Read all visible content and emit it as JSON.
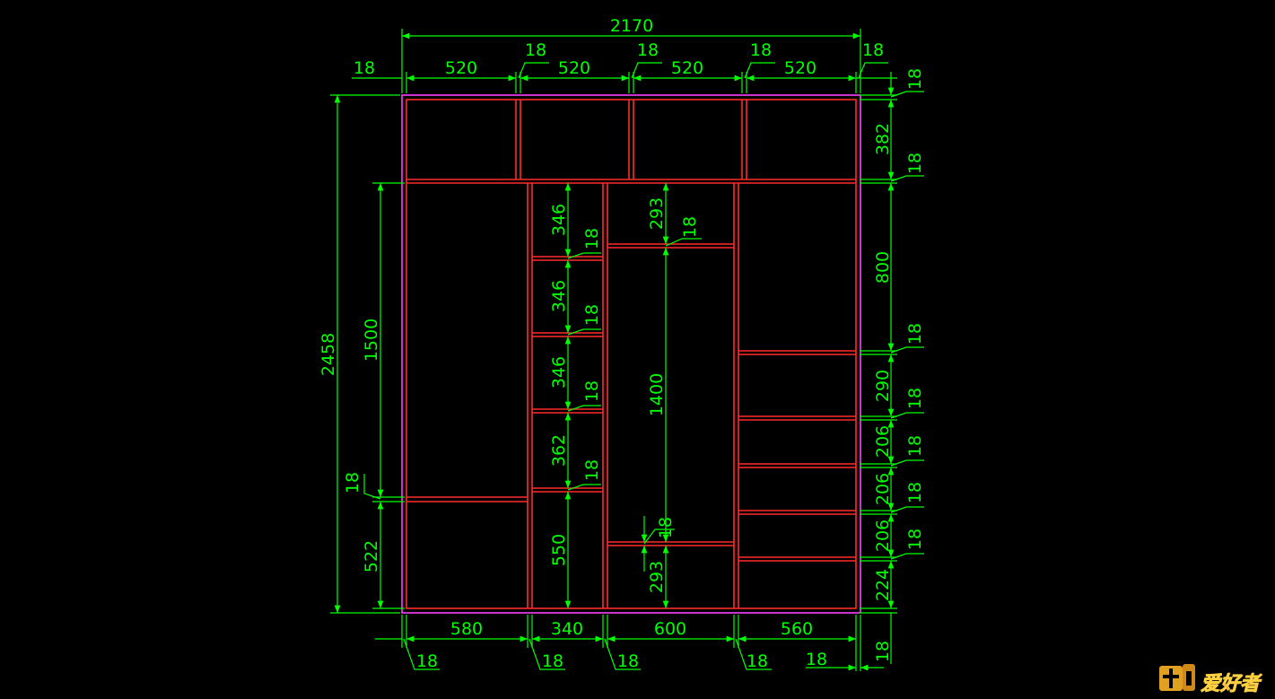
{
  "colors": {
    "background": "#000000",
    "dimension": "#00ff00",
    "panel": "#ff2a2a",
    "outline": "#ff40ff"
  },
  "dims": {
    "overall_width": "2170",
    "overall_height": "2458",
    "top": [
      "18",
      "520",
      "18",
      "520",
      "18",
      "520",
      "18",
      "520",
      "18"
    ],
    "bottom": [
      "18",
      "580",
      "18",
      "340",
      "18",
      "600",
      "18",
      "560",
      "18"
    ],
    "right": [
      "18",
      "382",
      "18",
      "800",
      "18",
      "290",
      "18",
      "206",
      "18",
      "206",
      "18",
      "206",
      "18",
      "224",
      "18"
    ],
    "left_col": [
      "1500",
      "18",
      "522"
    ],
    "col2": [
      "346",
      "18",
      "346",
      "18",
      "346",
      "18",
      "362",
      "18",
      "550"
    ],
    "col3": [
      "293",
      "18",
      "1400",
      "18",
      "293"
    ]
  },
  "logo": {
    "text": "爱好者",
    "icon": "wood-craftsman-icon"
  }
}
